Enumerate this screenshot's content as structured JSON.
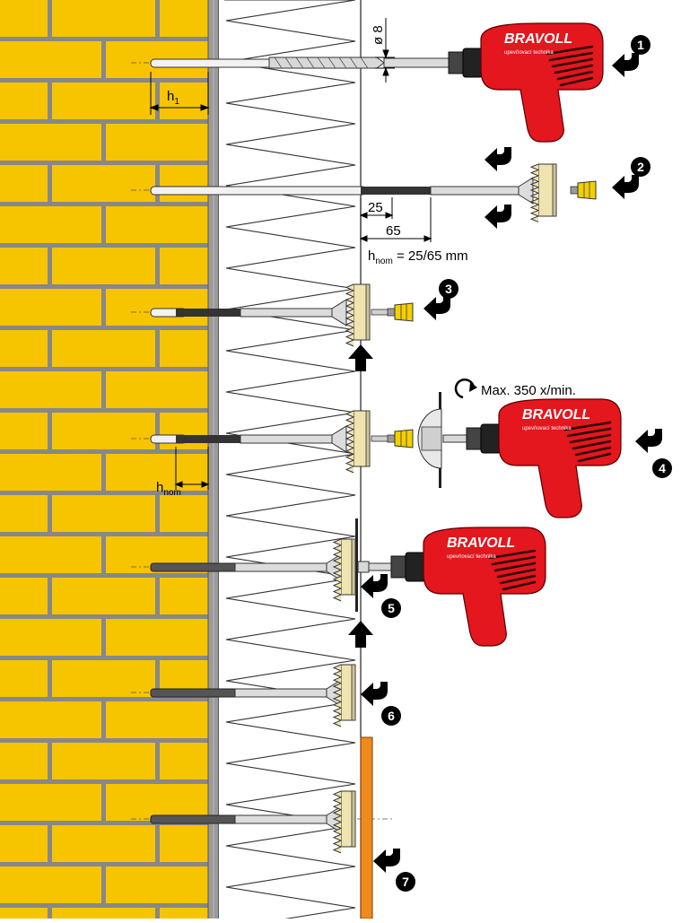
{
  "diagram": {
    "brand": "BRAVOLL",
    "brand_tagline": "upevňovací technika",
    "drill_diameter_label": "ø 8",
    "anchor_depth_label": "h",
    "anchor_depth_sub": "1",
    "nominal_depth_label": "h",
    "nominal_depth_sub": "nom",
    "dim_short": "25",
    "dim_long": "65",
    "hnom_formula_main": "h",
    "hnom_formula_sub": "nom",
    "hnom_formula_value": " = 25/65 mm",
    "max_speed": "Max. 350 x/min.",
    "steps": [
      {
        "number": "1"
      },
      {
        "number": "2"
      },
      {
        "number": "3"
      },
      {
        "number": "4"
      },
      {
        "number": "5"
      },
      {
        "number": "6"
      },
      {
        "number": "7"
      }
    ],
    "colors": {
      "brick": "#F7C400",
      "mortar": "#888888",
      "drill_red": "#E4161E",
      "washer": "#EFE3B0",
      "render_orange": "#F08A1C",
      "bit_yellow": "#F2D000"
    }
  }
}
